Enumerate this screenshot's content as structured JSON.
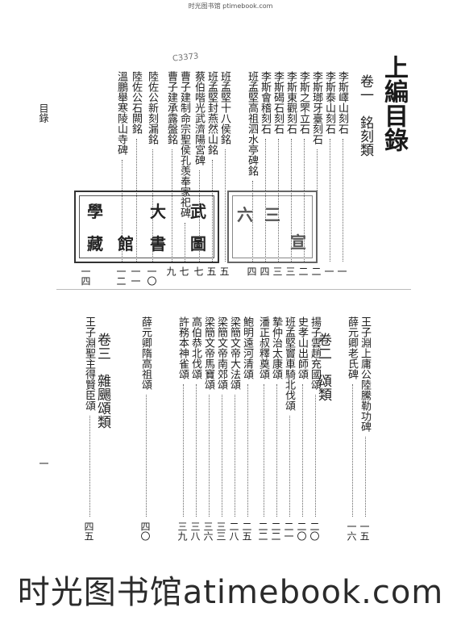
{
  "site_header": "时光图书馆 ptimebook.com",
  "title": "上編目錄",
  "margin_label": "目錄",
  "margin_page": "一",
  "pencil_note": "C3373",
  "volumes": {
    "vol1": "卷一　銘刻類",
    "vol2": "卷二　頌類",
    "vol3": "卷三　雜颺頌類"
  },
  "upper_entries": [
    {
      "text": "李斯嶧山刻石",
      "page": "一"
    },
    {
      "text": "李斯泰山刻石",
      "page": "一"
    },
    {
      "text": "李斯瑯牙臺刻石",
      "page": "二"
    },
    {
      "text": "李斯之罘立石",
      "page": "二"
    },
    {
      "text": "李斯東觀刻石",
      "page": "三"
    },
    {
      "text": "李斯碣石刻石",
      "page": "三"
    },
    {
      "text": "李斯會稽刻石",
      "page": "四"
    },
    {
      "text": "班孟堅高祖泗水亭碑銘",
      "page": "四"
    },
    {
      "text": "班孟堅十八侯銘",
      "page": "五"
    },
    {
      "text": "班孟堅封燕然山銘",
      "page": "五"
    },
    {
      "text": "蔡伯喈光武濟陽宮碑",
      "page": "七"
    },
    {
      "text": "曹子建制命宗聖侯孔羡奉家祀碑",
      "page": "七"
    },
    {
      "text": "曹子建承露盤銘",
      "page": "九"
    },
    {
      "text": "陸佐公新刻漏銘",
      "page": "一〇"
    },
    {
      "text": "陸佐公石闕銘",
      "page": "一一"
    },
    {
      "text": "溫鵬舉寒陵山寺碑",
      "page": "一二"
    }
  ],
  "upper_last_page": "一四",
  "lower_entries": [
    {
      "text": "王子淵上庸公陸騰勒功碑",
      "page": "一五"
    },
    {
      "text": "薛元卿老氏碑",
      "page": "一六"
    },
    {
      "text": "揚子雲趙充國頌",
      "page": "二〇"
    },
    {
      "text": "史孝山出師頌",
      "page": "二〇"
    },
    {
      "text": "班孟堅竇車騎北伐頌",
      "page": "二一"
    },
    {
      "text": "摯仲治太康頌",
      "page": "二二"
    },
    {
      "text": "潘正叔釋奠頌",
      "page": "二二"
    },
    {
      "text": "鮑明遠河清頌",
      "page": "二五"
    },
    {
      "text": "梁簡文帝大法頌",
      "page": "二八"
    },
    {
      "text": "梁簡文帝南郊頌",
      "page": "三三"
    },
    {
      "text": "梁簡文帝馬寶頌",
      "page": "三六"
    },
    {
      "text": "高伯恭北伐頌",
      "page": "三八"
    },
    {
      "text": "許務本神雀頌",
      "page": "三九"
    },
    {
      "text": "薛元卿隋高祖頌",
      "page": "四〇"
    },
    {
      "text": "王子淵聖主得賢臣頌",
      "page": "四五"
    }
  ],
  "stamp_right": {
    "chars": [
      "武",
      "圖",
      "大",
      "書",
      "學",
      "館",
      "藏"
    ]
  },
  "stamp_left_chars": [
    "六",
    "三",
    "宣"
  ]
}
